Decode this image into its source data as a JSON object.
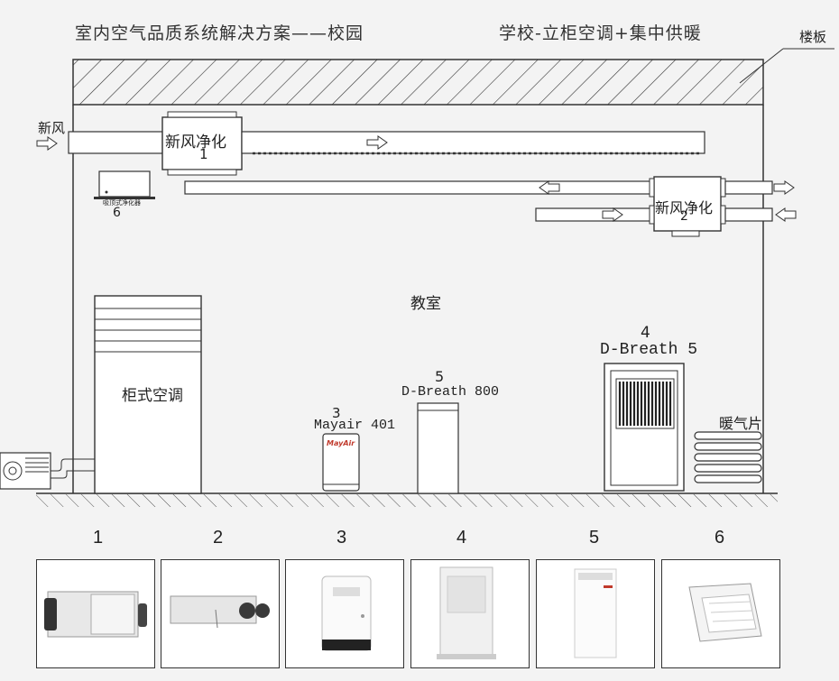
{
  "title_left": "室内空气品质系统解决方案——校园",
  "title_right": "学校-立柜空调+集中供暖",
  "floor_slab_label": "楼板",
  "fresh_air_inlet_label": "新风",
  "unit1": {
    "label": "新风净化",
    "number": "1"
  },
  "unit2": {
    "label": "新风净化",
    "number": "2"
  },
  "unit6": {
    "label": "吸顶式净化器",
    "number": "6"
  },
  "room_label": "教室",
  "cabinet_ac_label": "柜式空调",
  "device3": {
    "number": "3",
    "name": "Mayair 401",
    "logo": "MayAir"
  },
  "device5": {
    "number": "5",
    "name": "D-Breath 800"
  },
  "device4": {
    "number": "4",
    "name": "D-Breath 5"
  },
  "radiator_label": "暖气片",
  "photo_numbers": [
    "1",
    "2",
    "3",
    "4",
    "5",
    "6"
  ],
  "photo_items": [
    {
      "icon": "fresh-air-unit-1-photo"
    },
    {
      "icon": "fresh-air-unit-2-photo"
    },
    {
      "icon": "mayair-401-purifier-photo"
    },
    {
      "icon": "d-breath-5-cabinet-photo"
    },
    {
      "icon": "d-breath-800-purifier-photo"
    },
    {
      "icon": "ceiling-purifier-photo"
    }
  ]
}
